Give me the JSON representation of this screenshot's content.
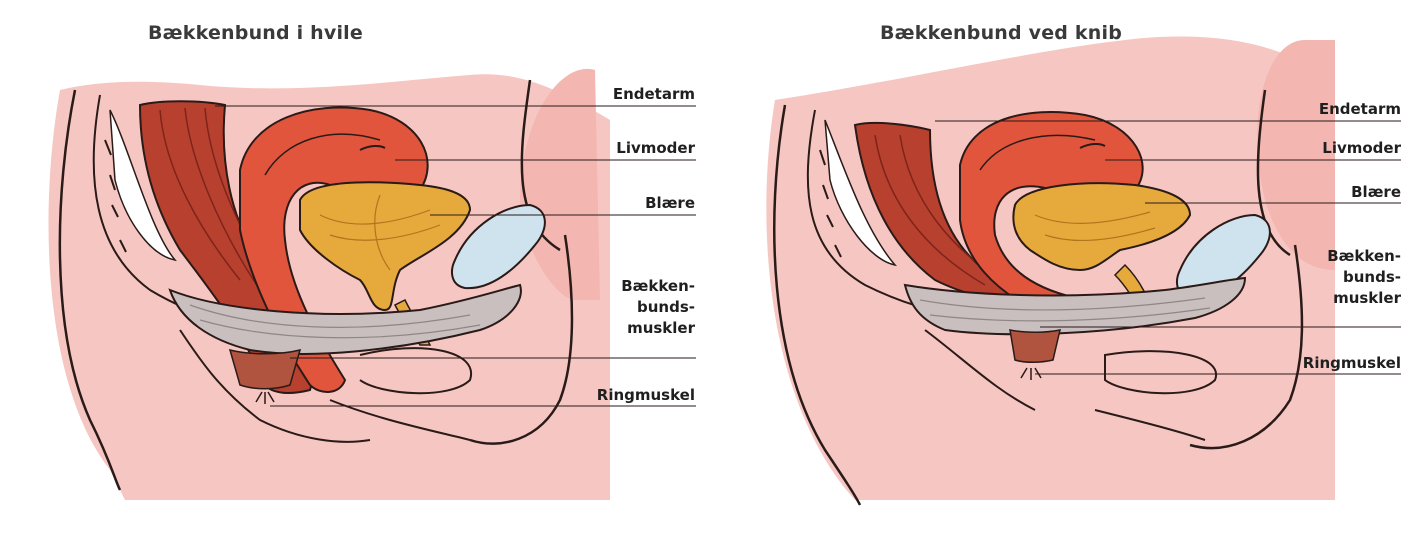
{
  "panels": [
    {
      "title": "Bækkenbund i hvile",
      "labels": {
        "endetarm": "Endetarm",
        "livmoder": "Livmoder",
        "blaere": "Blære",
        "baekken_line1": "Bækken-",
        "baekken_line2": "bunds-",
        "baekken_line3": "muskler",
        "ringmuskel": "Ringmuskel"
      }
    },
    {
      "title": "Bækkenbund ved knib",
      "labels": {
        "endetarm": "Endetarm",
        "livmoder": "Livmoder",
        "blaere": "Blære",
        "baekken_line1": "Bækken-",
        "baekken_line2": "bunds-",
        "baekken_line3": "muskler",
        "ringmuskel": "Ringmuskel"
      }
    }
  ],
  "colors": {
    "skin": "#f6c7c2",
    "skin_dark": "#eeaaa3",
    "rectum": "#b8402f",
    "uterus": "#e0553c",
    "bladder": "#e6aa3c",
    "pelvic_floor_muscle": "#c9bfbf",
    "pubic_bone": "#cfe3ee",
    "outline": "#2a1a18"
  }
}
